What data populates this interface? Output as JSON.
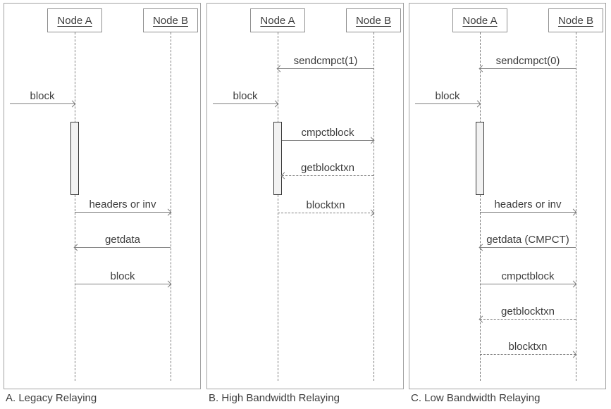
{
  "colors": {
    "line": "#7f7f7f",
    "text": "#3d3d3d",
    "panel-border": "#a3a3a3",
    "box-border": "#8f8f8f",
    "activation-fill": "#f2f2f2",
    "activation-border": "#3a3a3a",
    "bg": "#ffffff"
  },
  "diagram": {
    "panels": [
      {
        "caption": "A. Legacy Relaying",
        "nodes": {
          "a": "Node A",
          "b": "Node B"
        },
        "messages": [
          {
            "label": "block",
            "from": "external-peer",
            "to": "node_a",
            "line": "solid"
          },
          {
            "label": "headers or inv",
            "from": "node_a",
            "to": "node_b",
            "line": "solid"
          },
          {
            "label": "getdata",
            "from": "node_b",
            "to": "node_a",
            "line": "solid"
          },
          {
            "label": "block",
            "from": "node_a",
            "to": "node_b",
            "line": "solid"
          }
        ]
      },
      {
        "caption": "B. High Bandwidth Relaying",
        "nodes": {
          "a": "Node A",
          "b": "Node B"
        },
        "messages": [
          {
            "label": "sendcmpct(1)",
            "from": "node_b",
            "to": "node_a",
            "line": "solid"
          },
          {
            "label": "block",
            "from": "external-peer",
            "to": "node_a",
            "line": "solid"
          },
          {
            "label": "cmpctblock",
            "from": "node_a",
            "to": "node_b",
            "line": "solid"
          },
          {
            "label": "getblocktxn",
            "from": "node_b",
            "to": "node_a",
            "line": "dashed"
          },
          {
            "label": "blocktxn",
            "from": "node_a",
            "to": "node_b",
            "line": "dashed"
          }
        ]
      },
      {
        "caption": "C. Low Bandwidth Relaying",
        "nodes": {
          "a": "Node A",
          "b": "Node B"
        },
        "messages": [
          {
            "label": "sendcmpct(0)",
            "from": "node_b",
            "to": "node_a",
            "line": "solid"
          },
          {
            "label": "block",
            "from": "external-peer",
            "to": "node_a",
            "line": "solid"
          },
          {
            "label": "headers or inv",
            "from": "node_a",
            "to": "node_b",
            "line": "solid"
          },
          {
            "label": "getdata (CMPCT)",
            "from": "node_b",
            "to": "node_a",
            "line": "solid"
          },
          {
            "label": "cmpctblock",
            "from": "node_a",
            "to": "node_b",
            "line": "solid"
          },
          {
            "label": "getblocktxn",
            "from": "node_b",
            "to": "node_a",
            "line": "dashed"
          },
          {
            "label": "blocktxn",
            "from": "node_a",
            "to": "node_b",
            "line": "dashed"
          }
        ]
      }
    ]
  }
}
